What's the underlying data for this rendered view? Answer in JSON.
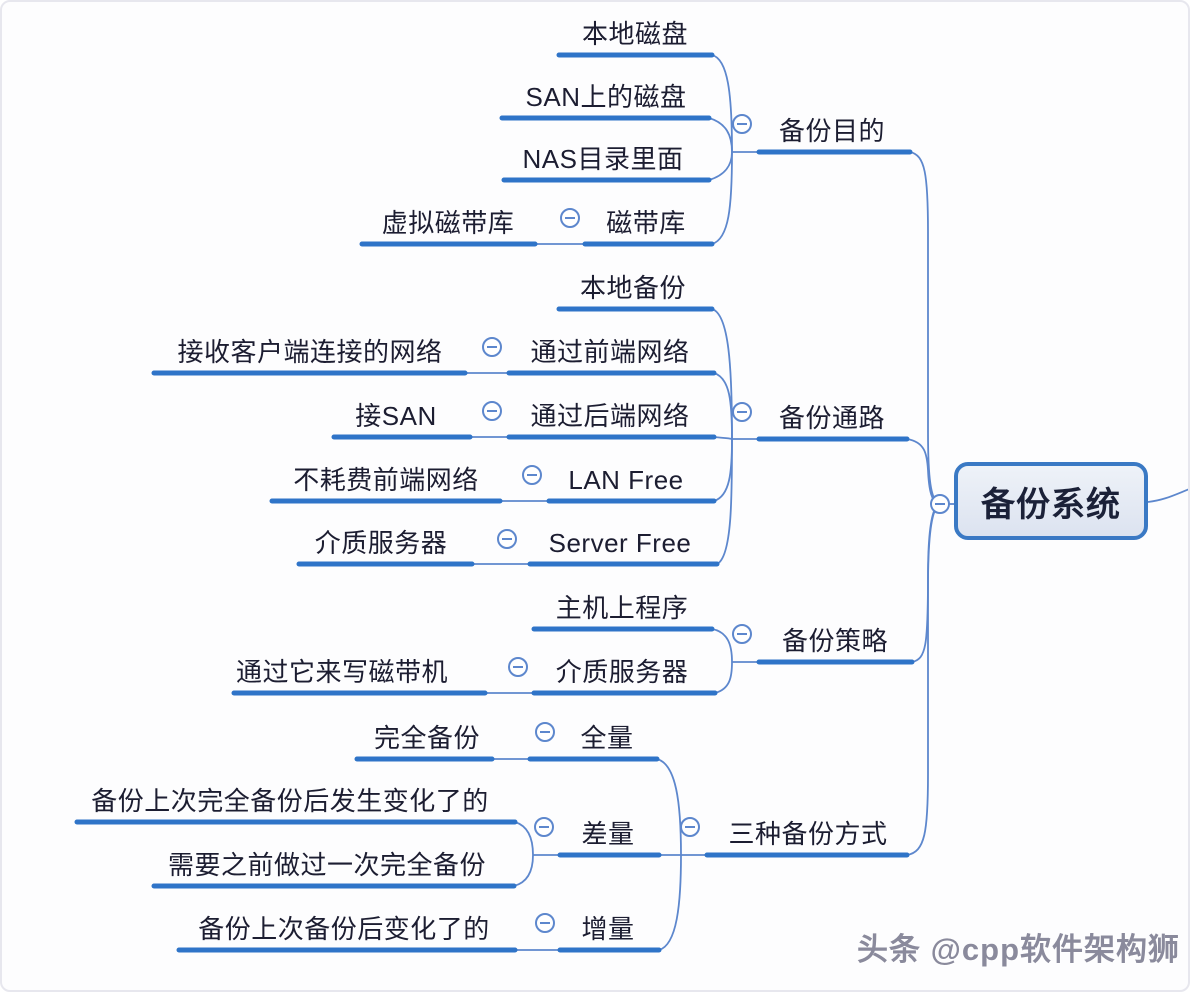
{
  "mindmap": {
    "root": {
      "label": "备份系统"
    },
    "branches": [
      {
        "label": "备份目的",
        "children": [
          {
            "label": "本地磁盘"
          },
          {
            "label": "SAN上的磁盘"
          },
          {
            "label": "NAS目录里面"
          },
          {
            "label": "磁带库",
            "children": [
              {
                "label": "虚拟磁带库"
              }
            ]
          }
        ]
      },
      {
        "label": "备份通路",
        "children": [
          {
            "label": "本地备份"
          },
          {
            "label": "通过前端网络",
            "children": [
              {
                "label": "接收客户端连接的网络"
              }
            ]
          },
          {
            "label": "通过后端网络",
            "children": [
              {
                "label": "接SAN"
              }
            ]
          },
          {
            "label": "LAN Free",
            "children": [
              {
                "label": "不耗费前端网络"
              }
            ]
          },
          {
            "label": "Server Free",
            "children": [
              {
                "label": "介质服务器"
              }
            ]
          }
        ]
      },
      {
        "label": "备份策略",
        "children": [
          {
            "label": "主机上程序"
          },
          {
            "label": "介质服务器",
            "children": [
              {
                "label": "通过它来写磁带机"
              }
            ]
          }
        ]
      },
      {
        "label": "三种备份方式",
        "children": [
          {
            "label": "全量",
            "children": [
              {
                "label": "完全备份"
              }
            ]
          },
          {
            "label": "差量",
            "children": [
              {
                "label": "备份上次完全备份后发生变化了的"
              },
              {
                "label": "需要之前做过一次完全备份"
              }
            ]
          },
          {
            "label": "增量",
            "children": [
              {
                "label": "备份上次备份后变化了的"
              }
            ]
          }
        ]
      }
    ],
    "colors": {
      "branch_line": "#2f74c8",
      "connector_curve": "#5d87cd",
      "text": "#1c1d31",
      "root_border": "#3a79c4",
      "root_fill": "#e4eaf4"
    },
    "collapse_icon_glyph": "minus"
  },
  "watermark": {
    "text": "头条 @cpp软件架构狮"
  }
}
